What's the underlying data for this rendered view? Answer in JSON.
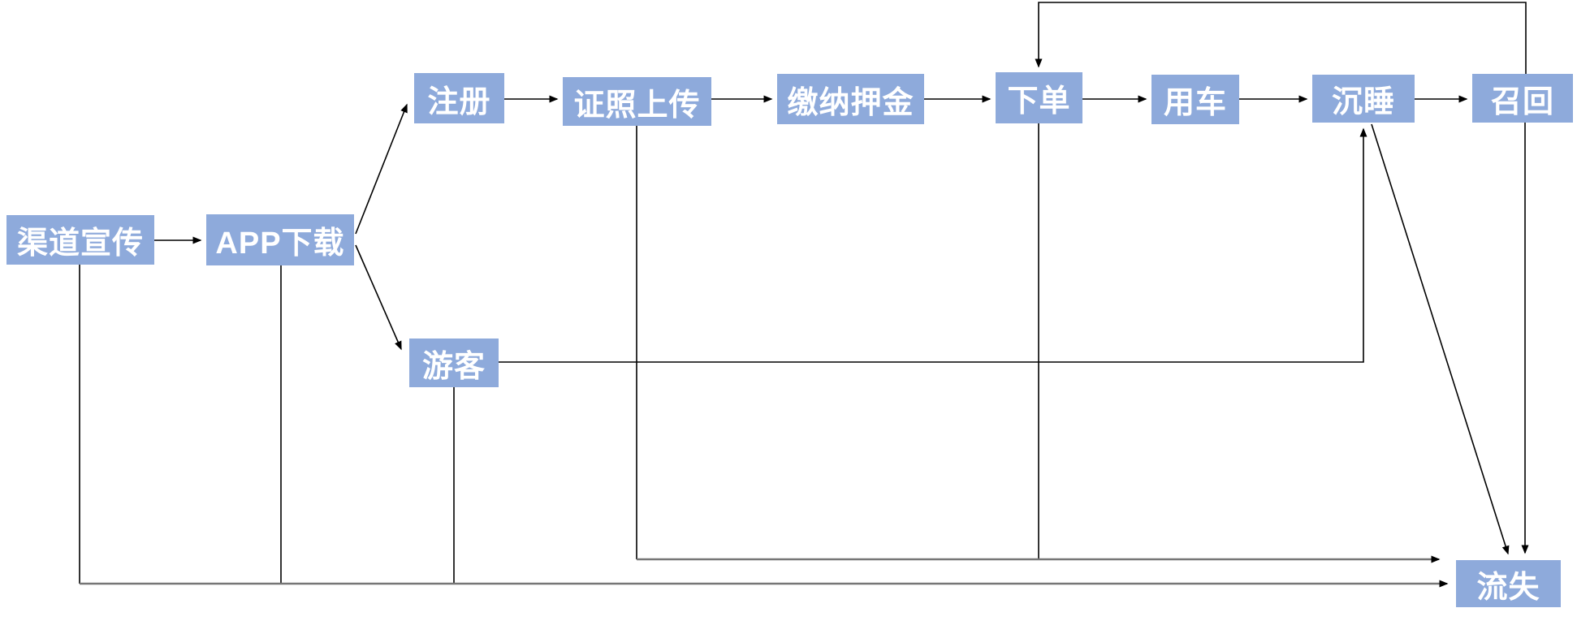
{
  "diagram": {
    "description": "User lifecycle flowchart (shared-vehicle app funnel): promotion, download, registration, usage, dormancy, recall and churn",
    "node_fill_color": "#8EAADB",
    "node_text_color": "#FFFFFF",
    "connector_color": "#000000",
    "background_color": "#FFFFFF",
    "nodes": [
      {
        "id": "channel-promo",
        "label": "渠道宣传"
      },
      {
        "id": "app-download",
        "label": "APP下载"
      },
      {
        "id": "register",
        "label": "注册"
      },
      {
        "id": "license-upload",
        "label": "证照上传"
      },
      {
        "id": "pay-deposit",
        "label": "缴纳押金"
      },
      {
        "id": "place-order",
        "label": "下单"
      },
      {
        "id": "use-vehicle",
        "label": "用车"
      },
      {
        "id": "dormant",
        "label": "沉睡"
      },
      {
        "id": "recall",
        "label": "召回"
      },
      {
        "id": "visitor",
        "label": "游客"
      },
      {
        "id": "churn",
        "label": "流失"
      }
    ],
    "edges": [
      {
        "from": "渠道宣传",
        "to": "APP下载"
      },
      {
        "from": "APP下载",
        "to": "注册"
      },
      {
        "from": "APP下载",
        "to": "游客"
      },
      {
        "from": "注册",
        "to": "证照上传"
      },
      {
        "from": "证照上传",
        "to": "缴纳押金"
      },
      {
        "from": "缴纳押金",
        "to": "下单"
      },
      {
        "from": "下单",
        "to": "用车"
      },
      {
        "from": "用车",
        "to": "沉睡"
      },
      {
        "from": "沉睡",
        "to": "召回"
      },
      {
        "from": "召回",
        "to": "下单"
      },
      {
        "from": "游客",
        "to": "沉睡"
      },
      {
        "from": "沉睡",
        "to": "流失"
      },
      {
        "from": "召回",
        "to": "流失"
      },
      {
        "from": "证照上传",
        "to": "流失"
      },
      {
        "from": "下单",
        "to": "流失"
      },
      {
        "from": "渠道宣传",
        "to": "流失"
      },
      {
        "from": "APP下载",
        "to": "流失"
      },
      {
        "from": "游客",
        "to": "流失"
      }
    ]
  }
}
